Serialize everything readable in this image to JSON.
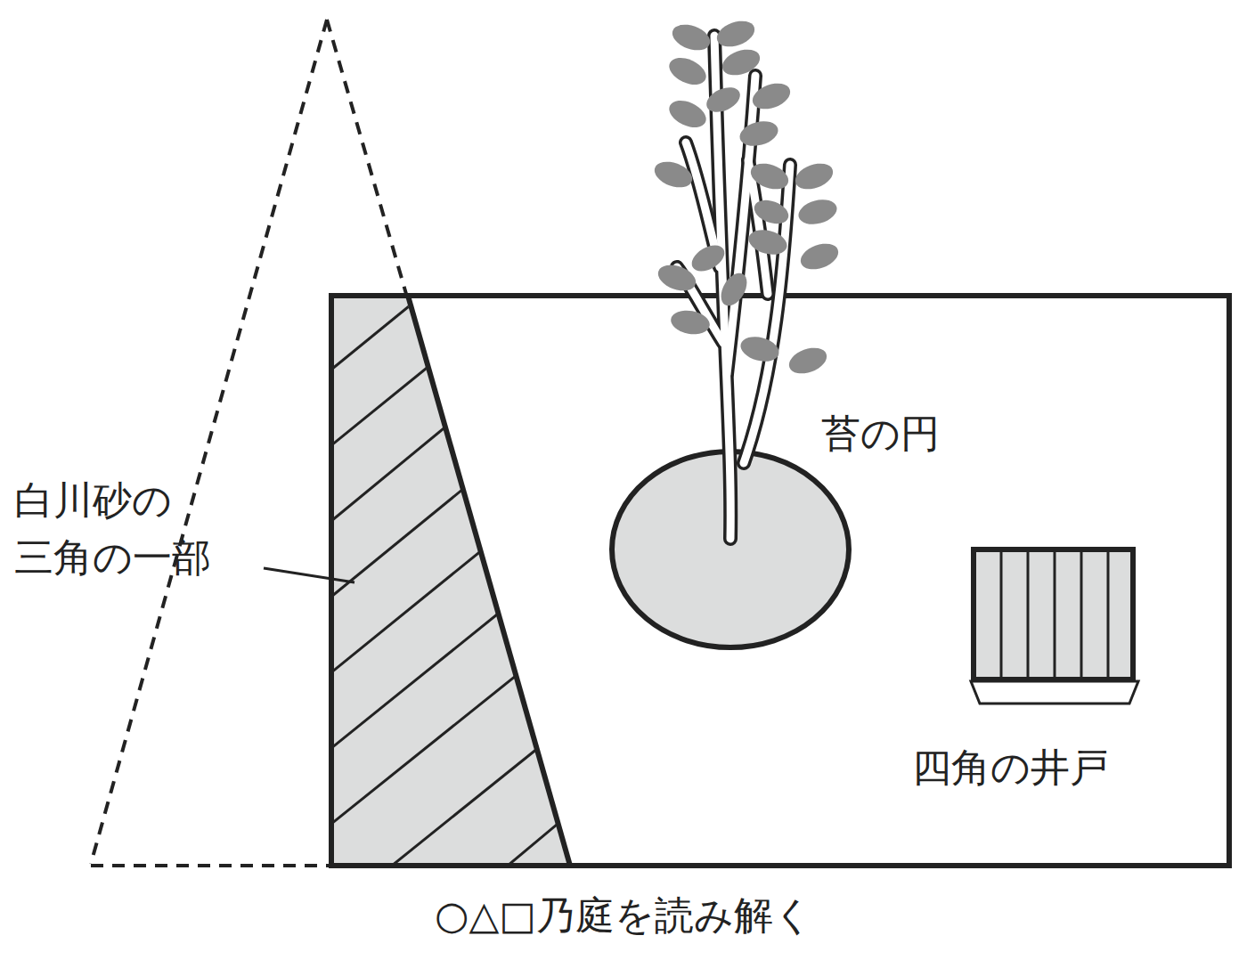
{
  "diagram": {
    "caption": "○△□乃庭を読み解く",
    "labels": [
      "白川砂の 三角の一部",
      "苔の円",
      "四角の井戸"
    ]
  }
}
